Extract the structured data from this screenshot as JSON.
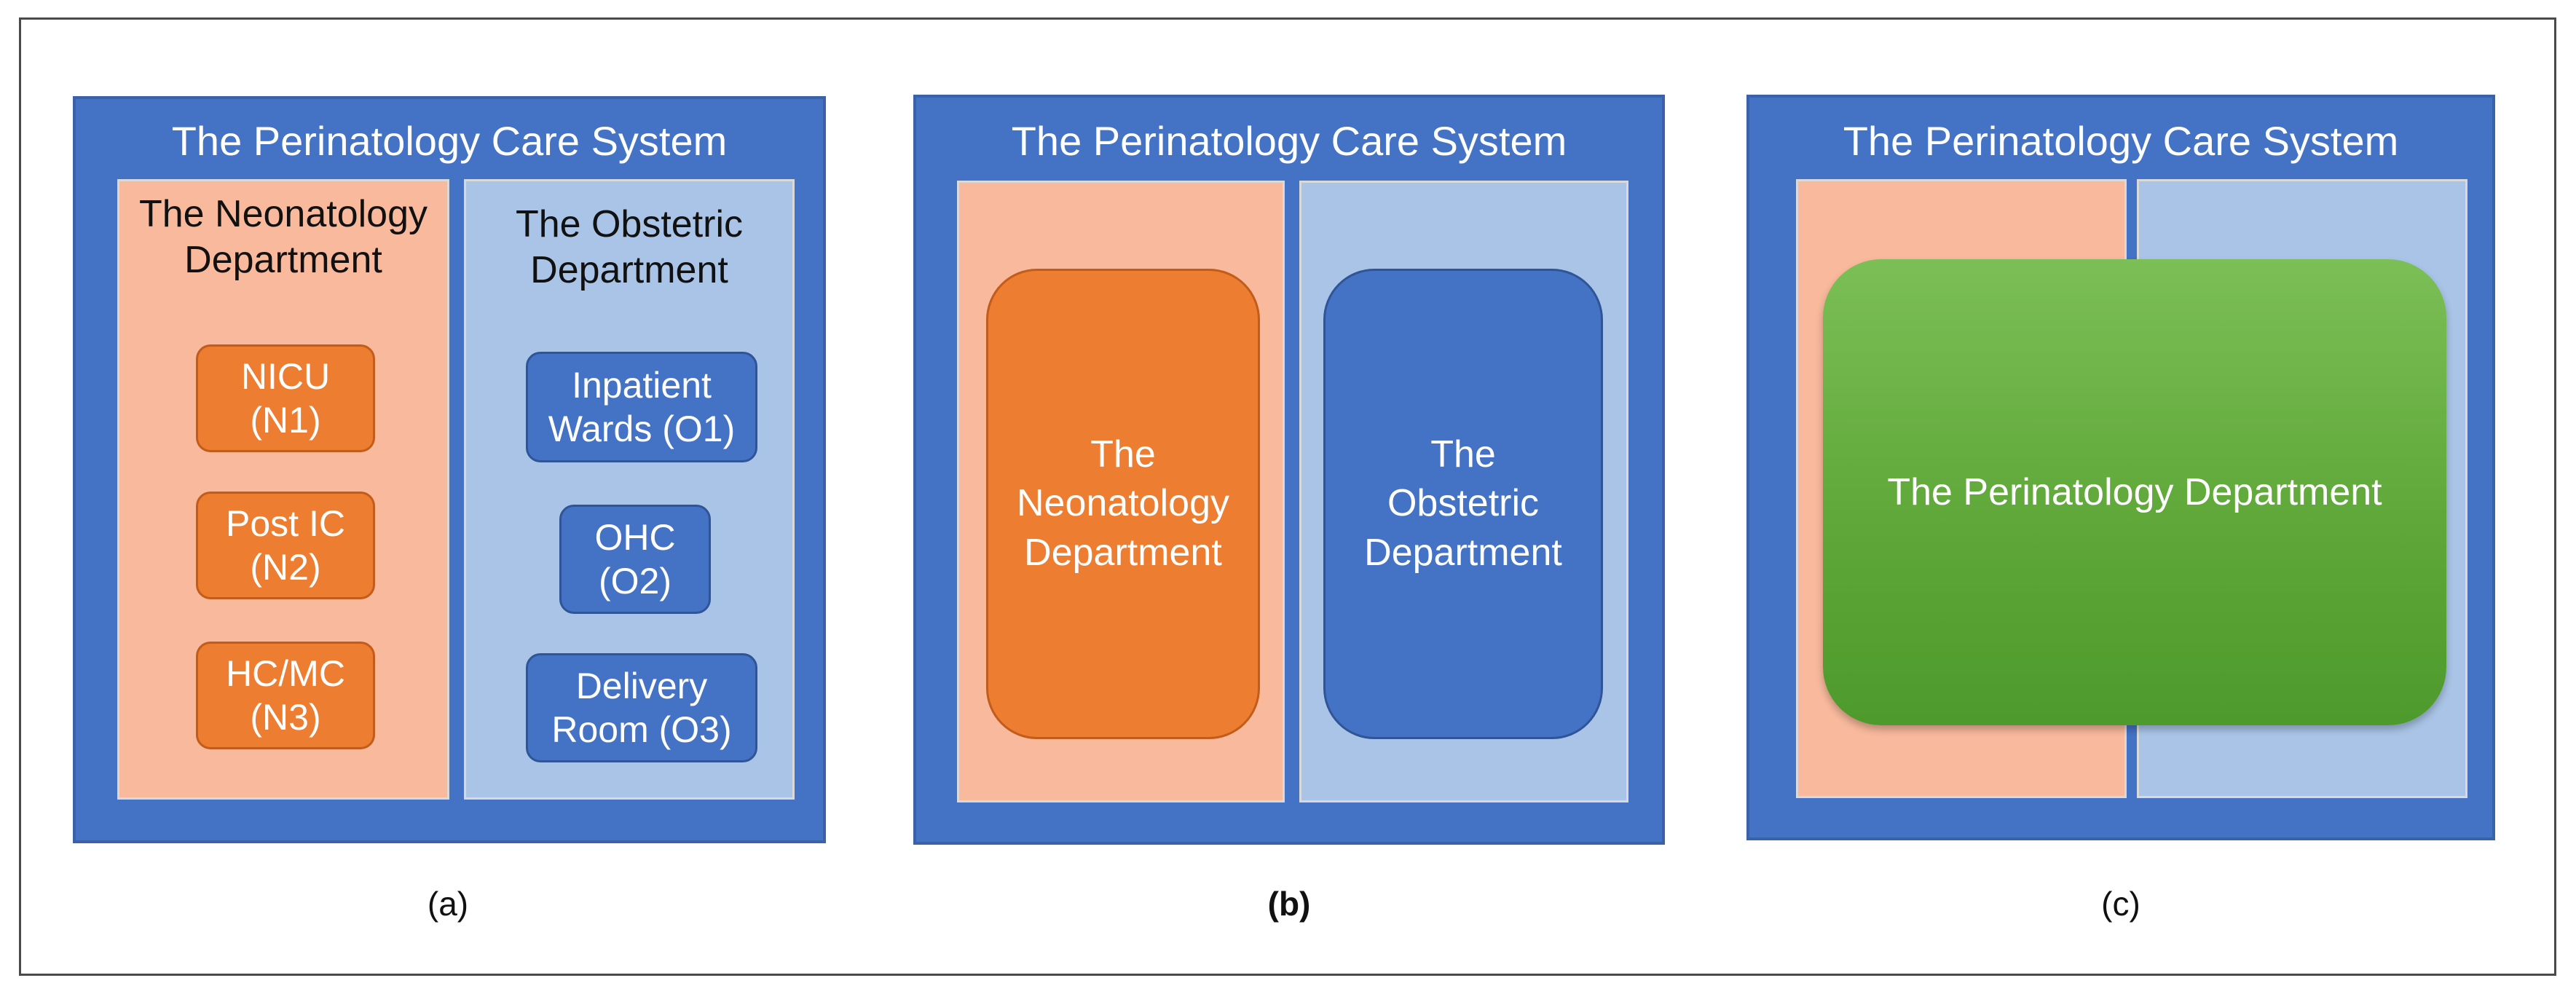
{
  "panel_a": {
    "title": "The Perinatology Care System",
    "neonatology": {
      "title": "The Neonatology\nDepartment",
      "units": [
        "NICU\n(N1)",
        "Post IC\n(N2)",
        "HC/MC\n(N3)"
      ]
    },
    "obstetric": {
      "title": "The Obstetric\nDepartment",
      "units": [
        "Inpatient\nWards (O1)",
        "OHC\n(O2)",
        "Delivery\nRoom (O3)"
      ]
    },
    "caption": "(a)"
  },
  "panel_b": {
    "title": "The Perinatology Care System",
    "neonatology": "The\nNeonatology\nDepartment",
    "obstetric": "The\nObstetric\nDepartment",
    "caption": "(b)"
  },
  "panel_c": {
    "title": "The Perinatology Care System",
    "merged": "The Perinatology Department",
    "caption": "(c)"
  },
  "colors": {
    "system_blue": "#4472c4",
    "neonatology_bg": "#f8b99c",
    "obstetric_bg": "#a9c4e6",
    "orange_unit": "#ed7d31",
    "green_merged": "#70ad47"
  }
}
